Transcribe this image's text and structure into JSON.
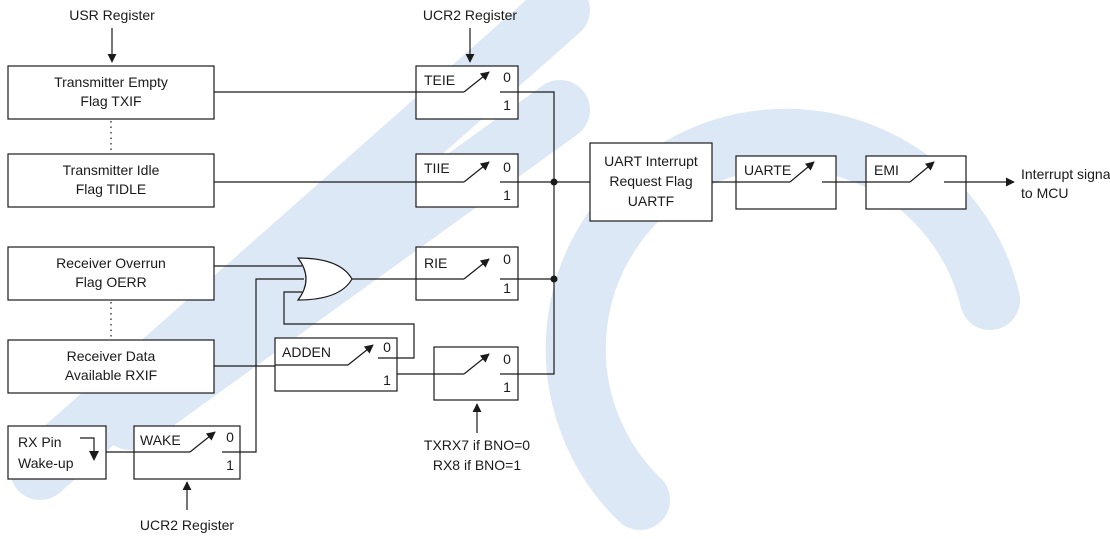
{
  "top_labels": {
    "usr_register": "USR Register",
    "ucr2_register_top": "UCR2 Register",
    "ucr2_register_bottom": "UCR2 Register"
  },
  "flags": {
    "txif": [
      "Transmitter Empty",
      "Flag TXIF"
    ],
    "tidle": [
      "Transmitter Idle",
      "Flag TIDLE"
    ],
    "oerr": [
      "Receiver Overrun",
      "Flag OERR"
    ],
    "rxif": [
      "Receiver Data",
      "Available RXIF"
    ],
    "rx_pin": [
      "RX Pin",
      "Wake-up"
    ]
  },
  "switches": {
    "teie": "TEIE",
    "tiie": "TIIE",
    "rie": "RIE",
    "adden": "ADDEN",
    "wake": "WAKE",
    "uarte": "UARTE",
    "emi": "EMI",
    "zero": "0",
    "one": "1"
  },
  "uart_flag": [
    "UART Interrupt",
    "Request Flag",
    "UARTF"
  ],
  "output_label": [
    "Interrupt signal",
    "to MCU"
  ],
  "bno_select": [
    "TXRX7 if BNO=0",
    "RX8 if BNO=1"
  ],
  "colors": {
    "line": "#1a1a1a",
    "watermark": "#dce8f6"
  }
}
